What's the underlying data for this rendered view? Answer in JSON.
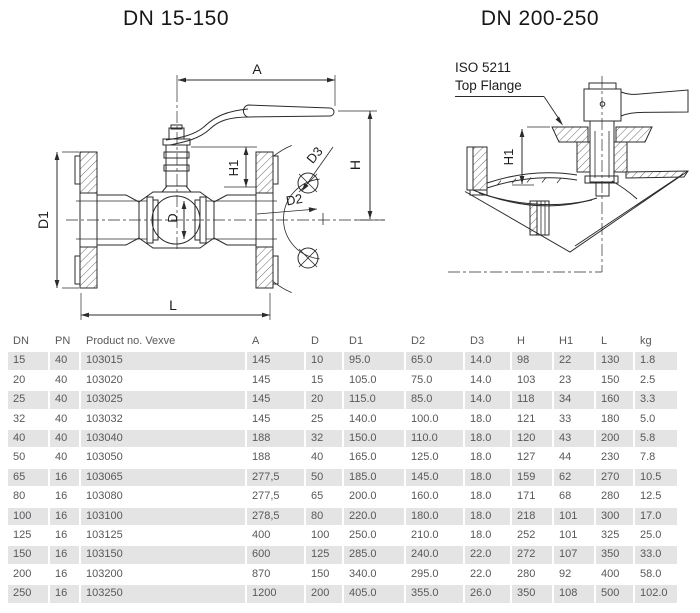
{
  "colors": {
    "stripe": "#e4e4e5",
    "line": "#2b2b2b",
    "cell_text": "#58585a",
    "title_text": "#161616"
  },
  "drawings": {
    "left": {
      "title": "DN 15-150",
      "labels": {
        "a": "A",
        "h": "H",
        "h1": "H1",
        "d": "D",
        "d1": "D1",
        "d2": "D2",
        "d3": "D3",
        "l": "L"
      }
    },
    "right": {
      "title": "DN 200-250",
      "callout_line1": "ISO 5211",
      "callout_line2": "Top Flange",
      "labels": {
        "h1": "H1"
      }
    }
  },
  "table": {
    "columns": [
      "DN",
      "PN",
      "Product no. Vexve",
      "A",
      "D",
      "D1",
      "D2",
      "D3",
      "H",
      "H1",
      "L",
      "kg"
    ],
    "rows": [
      [
        "15",
        "40",
        "103015",
        "145",
        "10",
        "95.0",
        "65.0",
        "14.0",
        "98",
        "22",
        "130",
        "1.8"
      ],
      [
        "20",
        "40",
        "103020",
        "145",
        "15",
        "105.0",
        "75.0",
        "14.0",
        "103",
        "23",
        "150",
        "2.5"
      ],
      [
        "25",
        "40",
        "103025",
        "145",
        "20",
        "115.0",
        "85.0",
        "14.0",
        "118",
        "34",
        "160",
        "3.3"
      ],
      [
        "32",
        "40",
        "103032",
        "145",
        "25",
        "140.0",
        "100.0",
        "18.0",
        "121",
        "33",
        "180",
        "5.0"
      ],
      [
        "40",
        "40",
        "103040",
        "188",
        "32",
        "150.0",
        "110.0",
        "18.0",
        "120",
        "43",
        "200",
        "5.8"
      ],
      [
        "50",
        "40",
        "103050",
        "188",
        "40",
        "165.0",
        "125.0",
        "18.0",
        "127",
        "44",
        "230",
        "7.8"
      ],
      [
        "65",
        "16",
        "103065",
        "277,5",
        "50",
        "185.0",
        "145.0",
        "18.0",
        "159",
        "62",
        "270",
        "10.5"
      ],
      [
        "80",
        "16",
        "103080",
        "277,5",
        "65",
        "200.0",
        "160.0",
        "18.0",
        "171",
        "68",
        "280",
        "12.5"
      ],
      [
        "100",
        "16",
        "103100",
        "278,5",
        "80",
        "220.0",
        "180.0",
        "18.0",
        "218",
        "101",
        "300",
        "17.0"
      ],
      [
        "125",
        "16",
        "103125",
        "400",
        "100",
        "250.0",
        "210.0",
        "18.0",
        "252",
        "101",
        "325",
        "25.0"
      ],
      [
        "150",
        "16",
        "103150",
        "600",
        "125",
        "285.0",
        "240.0",
        "22.0",
        "272",
        "107",
        "350",
        "33.0"
      ],
      [
        "200",
        "16",
        "103200",
        "870",
        "150",
        "340.0",
        "295.0",
        "22.0",
        "280",
        "92",
        "400",
        "58.0"
      ],
      [
        "250",
        "16",
        "103250",
        "1200",
        "200",
        "405.0",
        "355.0",
        "26.0",
        "350",
        "108",
        "500",
        "102.0"
      ]
    ]
  }
}
